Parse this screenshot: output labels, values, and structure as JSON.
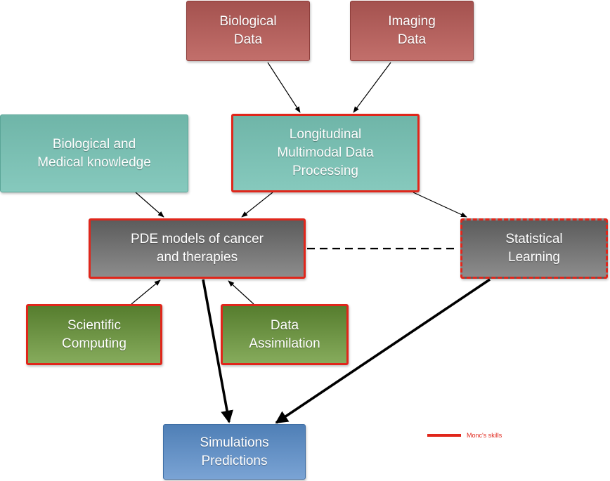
{
  "nodes": {
    "biological_data": "Biological\nData",
    "imaging_data": "Imaging\nData",
    "knowledge": "Biological  and\nMedical knowledge",
    "longitudinal": "Longitudinal\nMultimodal Data\nProcessing",
    "pde": "PDE models of cancer\nand therapies",
    "statistical": "Statistical\nLearning",
    "scientific": "Scientific\nComputing",
    "assimilation": "Data\nAssimilation",
    "simulations": "Simulations\nPredictions"
  },
  "legend": {
    "label": "Monc's skills",
    "color": "#e0261b"
  },
  "colors": {
    "data_sources": "#b0605c",
    "knowledge_processing": "#7bbfb2",
    "models": "#777777",
    "methods": "#6e9645",
    "output": "#6590c4",
    "skill_border": "#e0261b"
  },
  "edges": [
    {
      "from": "Biological Data",
      "to": "Longitudinal Multimodal Data Processing",
      "style": "thin"
    },
    {
      "from": "Imaging Data",
      "to": "Longitudinal Multimodal Data Processing",
      "style": "thin"
    },
    {
      "from": "Biological and Medical knowledge",
      "to": "PDE models of cancer and therapies",
      "style": "thin"
    },
    {
      "from": "Longitudinal Multimodal Data Processing",
      "to": "PDE models of cancer and therapies",
      "style": "thin"
    },
    {
      "from": "Longitudinal Multimodal Data Processing",
      "to": "Statistical Learning",
      "style": "thin"
    },
    {
      "from": "PDE models of cancer and therapies",
      "to": "Statistical Learning",
      "style": "dashed"
    },
    {
      "from": "Scientific Computing",
      "to": "PDE models of cancer and therapies",
      "style": "thin"
    },
    {
      "from": "Data Assimilation",
      "to": "PDE models of cancer and therapies",
      "style": "thin"
    },
    {
      "from": "PDE models of cancer and therapies",
      "to": "Simulations Predictions",
      "style": "thick"
    },
    {
      "from": "Statistical Learning",
      "to": "Simulations Predictions",
      "style": "thick"
    }
  ]
}
